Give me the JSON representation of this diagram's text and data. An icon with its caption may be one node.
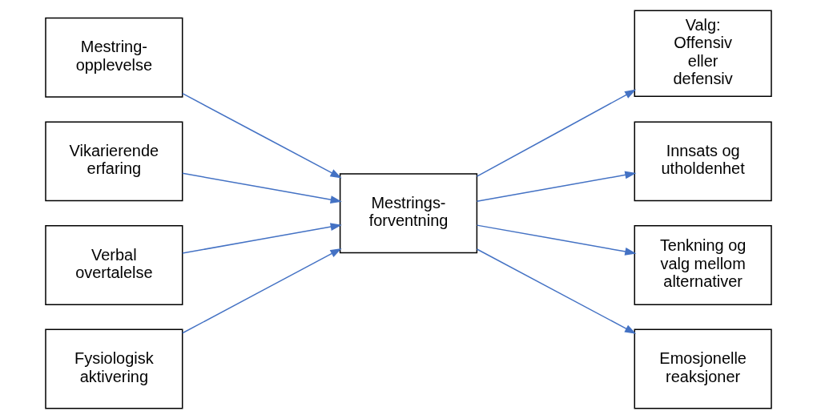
{
  "diagram": {
    "nodes": [
      {
        "text": [
          "Mestring- opplevelse"
        ]
      },
      {
        "text": [
          "Vikarierende erfaring"
        ]
      },
      {
        "text": [
          "Verbal overtalelse"
        ]
      },
      {
        "text": [
          "Fysiologisk aktivering"
        ]
      },
      {
        "text": [
          "Mestrings- forventning"
        ]
      },
      {
        "text": [
          "Valg: Offensiv eller defensiv"
        ]
      },
      {
        "text": [
          "Innsats og utholdenhet"
        ]
      },
      {
        "text": [
          "Tenkning og valg mellom alternativer"
        ]
      },
      {
        "text": [
          "Emosjonelle reaksjoner"
        ]
      }
    ],
    "edges": [
      {
        "from": 0,
        "to": 4,
        "arrow": "to"
      },
      {
        "from": 1,
        "to": 4,
        "arrow": "to"
      },
      {
        "from": 2,
        "to": 4,
        "arrow": "to"
      },
      {
        "from": 3,
        "to": 4,
        "arrow": "to"
      },
      {
        "from": 4,
        "to": 5,
        "arrow": "to"
      },
      {
        "from": 4,
        "to": 6,
        "arrow": "to"
      },
      {
        "from": 4,
        "to": 7,
        "arrow": "to"
      },
      {
        "from": 4,
        "to": 8,
        "arrow": "to"
      }
    ]
  }
}
